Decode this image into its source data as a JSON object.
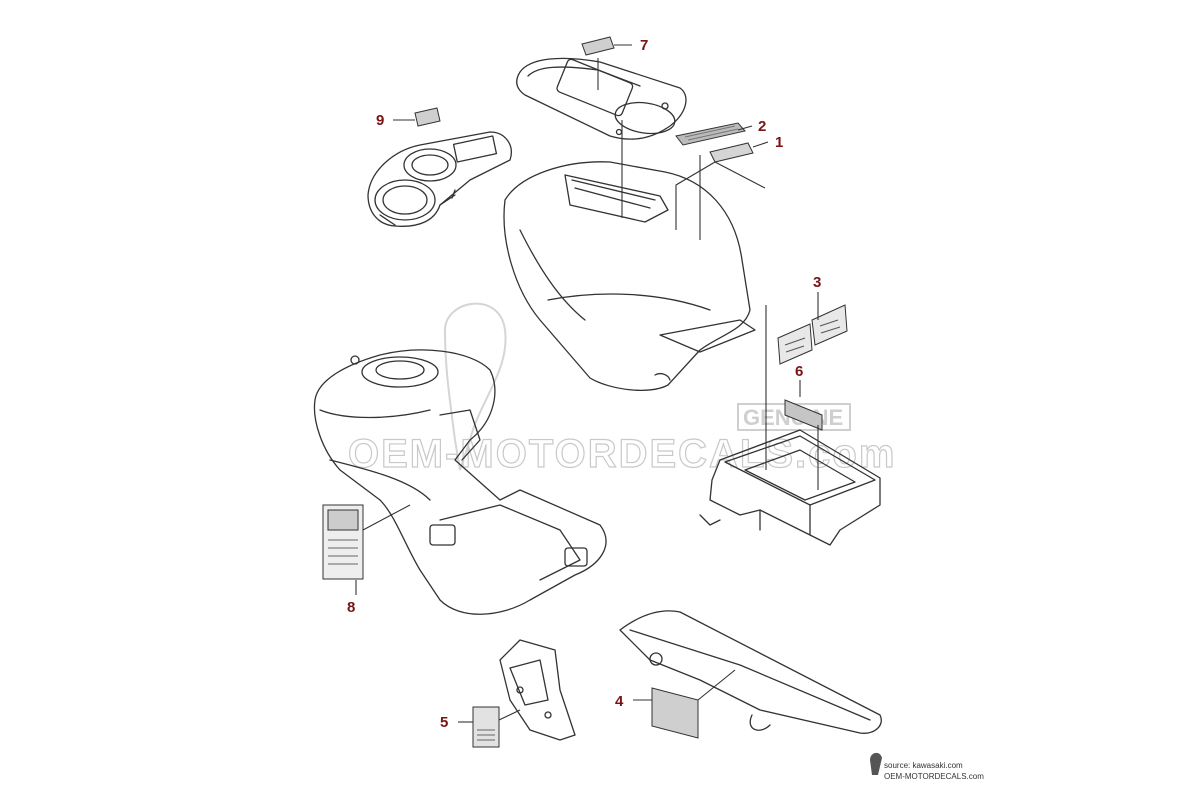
{
  "diagram": {
    "callouts": [
      {
        "id": "1",
        "label": "1"
      },
      {
        "id": "2",
        "label": "2"
      },
      {
        "id": "3",
        "label": "3"
      },
      {
        "id": "4",
        "label": "4"
      },
      {
        "id": "5",
        "label": "5"
      },
      {
        "id": "6",
        "label": "6"
      },
      {
        "id": "7",
        "label": "7"
      },
      {
        "id": "8",
        "label": "8"
      },
      {
        "id": "9",
        "label": "9"
      }
    ],
    "watermark": {
      "text": "OEM-MOTORDECALS.com",
      "badge": "GENUINE"
    },
    "source": {
      "line1": "source: kawasaki.com",
      "line2": "OEM-MOTORDECALS.com"
    }
  },
  "colors": {
    "callout": "#7a1414",
    "line": "#333333",
    "watermark": "#c9c9c9"
  }
}
